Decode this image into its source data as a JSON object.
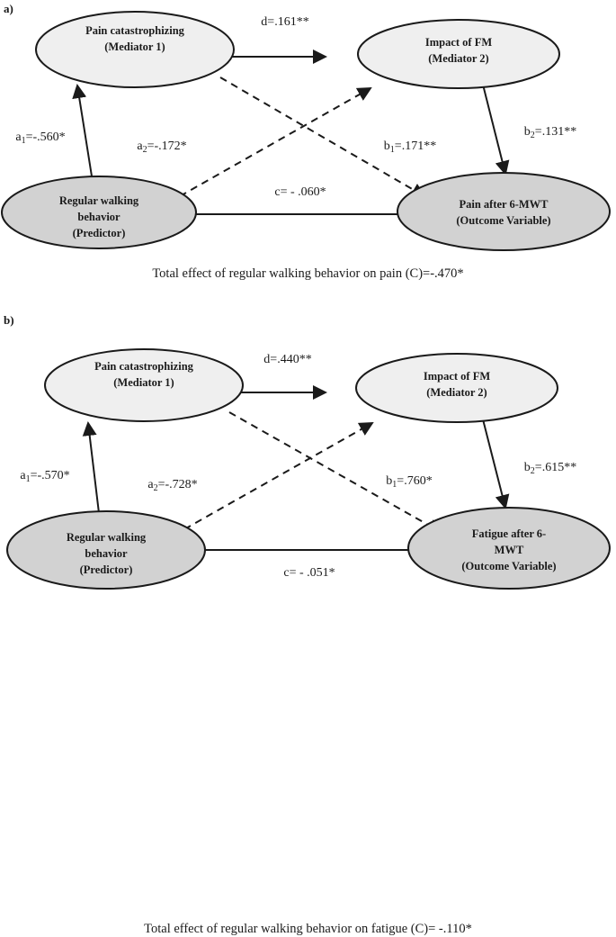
{
  "figure": {
    "type": "path-diagram",
    "panels": [
      {
        "id": "a",
        "label": "a)",
        "nodes": {
          "mediator1": {
            "line1": "Pain catastrophizing",
            "line2": "(Mediator 1)",
            "role": "mediator",
            "shade": "light"
          },
          "mediator2": {
            "line1": "Impact of FM",
            "line2": "(Mediator 2)",
            "role": "mediator",
            "shade": "light"
          },
          "predictor": {
            "line1": "Regular walking",
            "line2": "behavior",
            "line3": "(Predictor)",
            "role": "predictor",
            "shade": "dark"
          },
          "outcome": {
            "line1": "Pain after 6-MWT",
            "line2": "(Outcome Variable)",
            "role": "outcome",
            "shade": "dark"
          }
        },
        "paths": {
          "d": {
            "base": "d=",
            "sub": "",
            "value": ".161**",
            "from": "mediator1",
            "to": "mediator2",
            "style": "solid"
          },
          "a1": {
            "base": "a",
            "sub": "1",
            "eq": "=",
            "value": "-.560*",
            "from": "predictor",
            "to": "mediator1",
            "style": "solid"
          },
          "a2": {
            "base": "a",
            "sub": "2",
            "eq": "=",
            "value": "-.172*",
            "from": "predictor",
            "to": "mediator2",
            "style": "dashed"
          },
          "b1": {
            "base": "b",
            "sub": "1",
            "eq": "=",
            "value": ".171**",
            "from": "mediator1",
            "to": "outcome",
            "style": "dashed"
          },
          "b2": {
            "base": "b",
            "sub": "2",
            "eq": "=",
            "value": ".131**",
            "from": "mediator2",
            "to": "outcome",
            "style": "solid"
          },
          "c": {
            "base": "c=",
            "sub": "",
            "value": " - .060*",
            "from": "predictor",
            "to": "outcome",
            "style": "solid"
          }
        },
        "labels": {
          "d": "d=.161**",
          "a1_sub": "1",
          "a1_rest": "=-.560*",
          "a1_base": "a",
          "a2_base": "a",
          "a2_sub": "2",
          "a2_rest": "=-.172*",
          "b1_base": "b",
          "b1_sub": "1",
          "b1_rest": "=.171**",
          "b2_base": "b",
          "b2_sub": "2",
          "b2_rest": "=.131**",
          "c": "c= - .060*"
        },
        "caption": "Total effect of regular walking behavior on pain (C)=-.470*",
        "total_effect": "-.470*"
      },
      {
        "id": "b",
        "label": "b)",
        "nodes": {
          "mediator1": {
            "line1": "Pain catastrophizing",
            "line2": "(Mediator 1)",
            "role": "mediator",
            "shade": "light"
          },
          "mediator2": {
            "line1": "Impact of FM",
            "line2": "(Mediator 2)",
            "role": "mediator",
            "shade": "light"
          },
          "predictor": {
            "line1": "Regular walking",
            "line2": "behavior",
            "line3": "(Predictor)",
            "role": "predictor",
            "shade": "dark"
          },
          "outcome": {
            "line1": "Fatigue after 6-",
            "line2": "MWT",
            "line3": "(Outcome Variable)",
            "role": "outcome",
            "shade": "dark"
          }
        },
        "labels": {
          "d": "d=.440**",
          "a1_base": "a",
          "a1_sub": "1",
          "a1_rest": "=-.570*",
          "a2_base": "a",
          "a2_sub": "2",
          "a2_rest": "=-.728*",
          "b1_base": "b",
          "b1_sub": "1",
          "b1_rest": "=.760*",
          "b2_base": "b",
          "b2_sub": "2",
          "b2_rest": "=.615**",
          "c": "c= - .051*"
        },
        "caption": "Total effect of regular walking behavior on fatigue (C)= -.110*",
        "total_effect": "-.110*"
      }
    ],
    "colors": {
      "stroke": "#1a1a1a",
      "mediator_fill": "#efefef",
      "endpoint_fill": "#d2d2d2",
      "background": "#ffffff"
    }
  }
}
